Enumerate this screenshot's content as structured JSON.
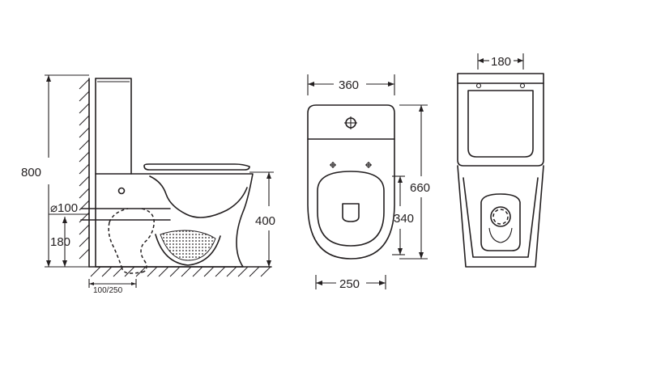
{
  "side_view": {
    "height_total": "800",
    "pipe_diameter": "⌀100",
    "outlet_height": "180",
    "bowl_height": "400",
    "outlet_offset": "100/250"
  },
  "top_view": {
    "width": "360",
    "base_width": "250",
    "depth": "660",
    "seat_depth": "340"
  },
  "rear_view": {
    "hole_spacing": "180"
  }
}
